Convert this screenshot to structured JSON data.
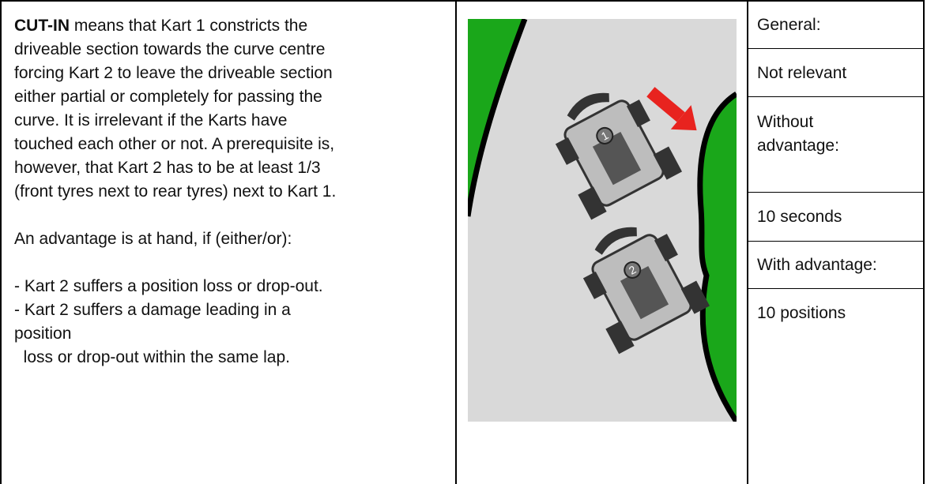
{
  "description": {
    "term": "CUT-IN",
    "lines_para1": [
      " means that Kart 1 constricts the",
      "driveable section towards the curve centre",
      "forcing Kart 2 to leave the driveable section",
      "either partial or completely for passing the",
      "curve. It is irrelevant if the Karts have",
      "touched each other or not. A prerequisite is,",
      "however, that Kart 2 has to be at least 1/3",
      "(front tyres next to rear tyres) next to Kart 1."
    ],
    "advantage_intro": "An advantage is at hand, if (either/or):",
    "advantage_items": [
      "- Kart 2 suffers a position loss or drop-out.",
      "- Kart 2 suffers a damage leading in a",
      "position",
      "  loss or drop-out within the same lap."
    ]
  },
  "illustration": {
    "kart_labels": [
      "1",
      "2"
    ],
    "colors": {
      "grass": "#1aa71a",
      "track": "#d9d9d9",
      "arrow": "#e8231f",
      "edge": "#000000"
    }
  },
  "penalties": {
    "general_label": "General:",
    "general_value": "Not relevant",
    "without_label_line1": "Without",
    "without_label_line2": "advantage:",
    "without_value": "10 seconds",
    "with_label": "With advantage:",
    "with_value": "10 positions"
  }
}
